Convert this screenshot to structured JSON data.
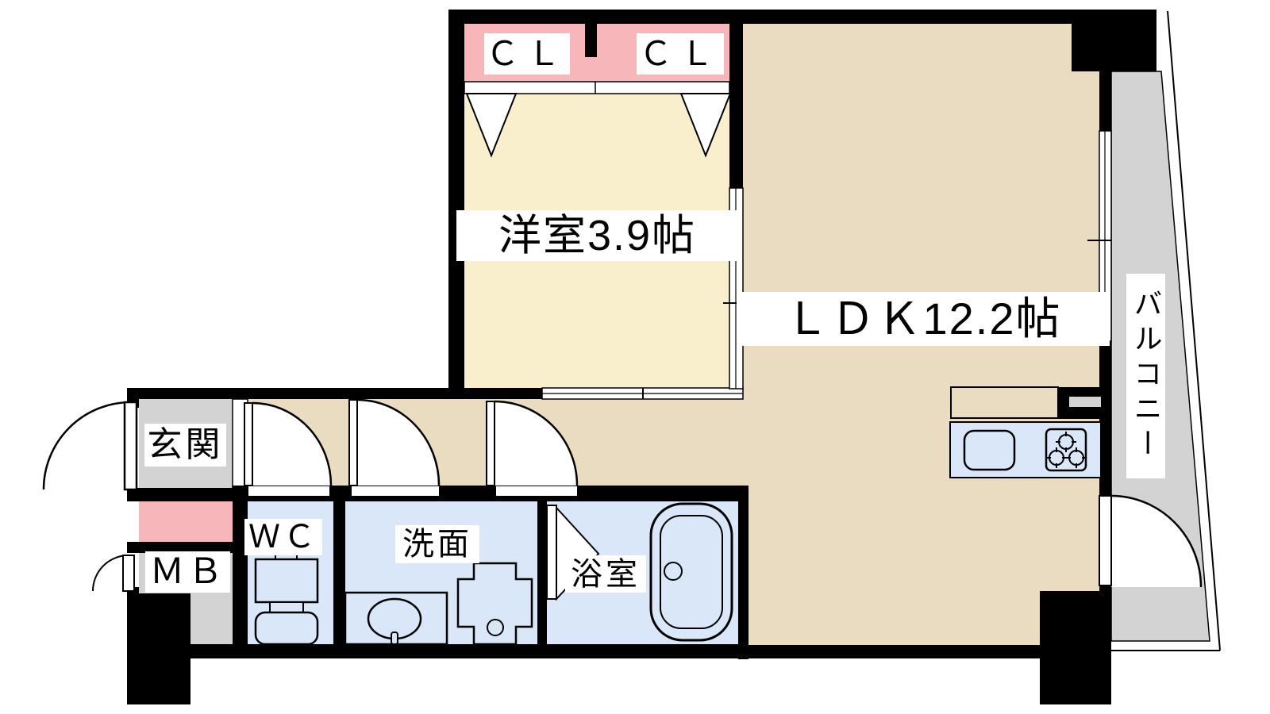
{
  "floorplan": {
    "rooms": {
      "closet_left": {
        "label": "ＣＬ"
      },
      "closet_right": {
        "label": "ＣＬ"
      },
      "western_room": {
        "label": "洋室3.9帖"
      },
      "ldk": {
        "label": "ＬＤＫ12.2帖"
      },
      "balcony": {
        "label": "バルコニー"
      },
      "entrance": {
        "label": "玄関"
      },
      "meter_box": {
        "label": "ＭＢ"
      },
      "toilet": {
        "label": "ＷＣ"
      },
      "washroom": {
        "label": "洗面"
      },
      "bathroom": {
        "label": "浴室"
      }
    },
    "colors": {
      "wall": "#000000",
      "closet_pink": "#f6b6ba",
      "western_room_cream": "#faefcd",
      "ldk_tan": "#e9dcc1",
      "wet_area_blue": "#d9e7f8",
      "balcony_grey": "#d3d3d3",
      "label_bg": "#ffffff",
      "line": "#000000"
    }
  }
}
